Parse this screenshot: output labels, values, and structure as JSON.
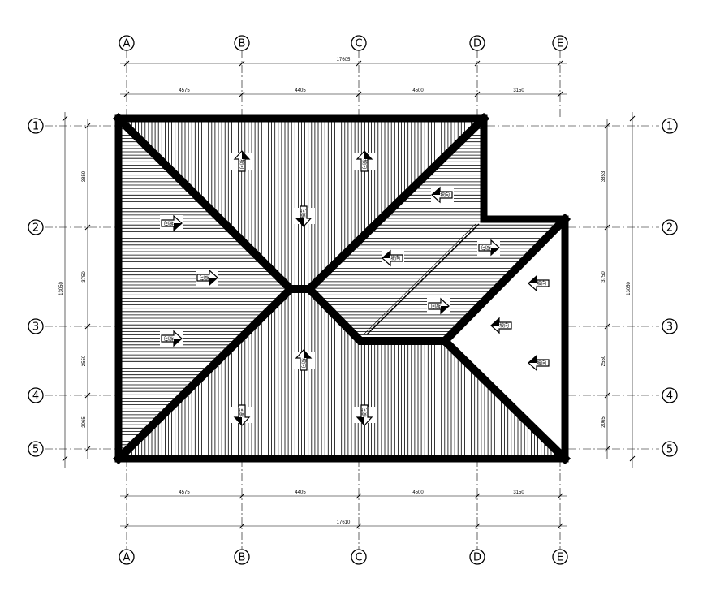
{
  "grid_columns": [
    "A",
    "B",
    "C",
    "D",
    "E"
  ],
  "grid_rows": [
    "1",
    "2",
    "3",
    "4",
    "5"
  ],
  "dimensions": {
    "top_total": "17605",
    "top_spans": [
      "4575",
      "4405",
      "4500",
      "3150"
    ],
    "bottom_total": "17610",
    "bottom_spans": [
      "4575",
      "4405",
      "4500",
      "3150"
    ],
    "left_total": "13050",
    "left_spans": [
      "3859",
      "3750",
      "2550",
      "2065"
    ],
    "right_total": "13050",
    "right_spans": [
      "3853",
      "3750",
      "2550",
      "2065"
    ]
  },
  "slope_label": "坡向"
}
